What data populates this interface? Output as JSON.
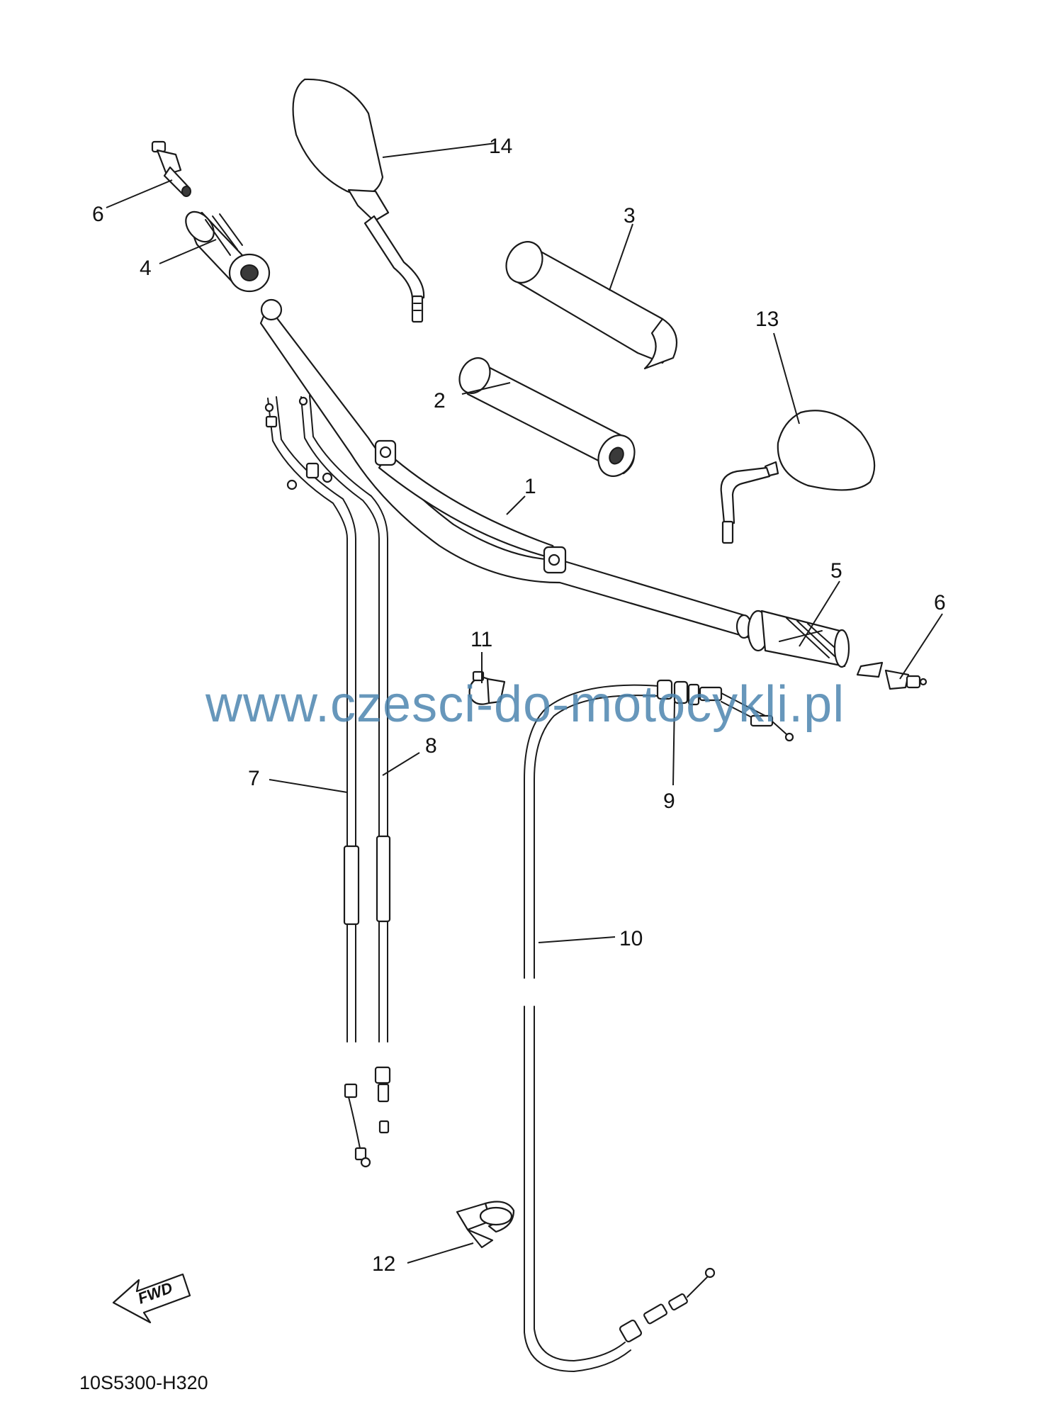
{
  "watermark": "www.czesci-do-motocykli.pl",
  "diagram_code": "10S5300-H320",
  "fwd_label": "FWD",
  "callouts": {
    "c1": "1",
    "c2": "2",
    "c3": "3",
    "c4": "4",
    "c5": "5",
    "c6a": "6",
    "c6b": "6",
    "c7": "7",
    "c8": "8",
    "c9": "9",
    "c10": "10",
    "c11": "11",
    "c12": "12",
    "c13": "13",
    "c14": "14"
  }
}
